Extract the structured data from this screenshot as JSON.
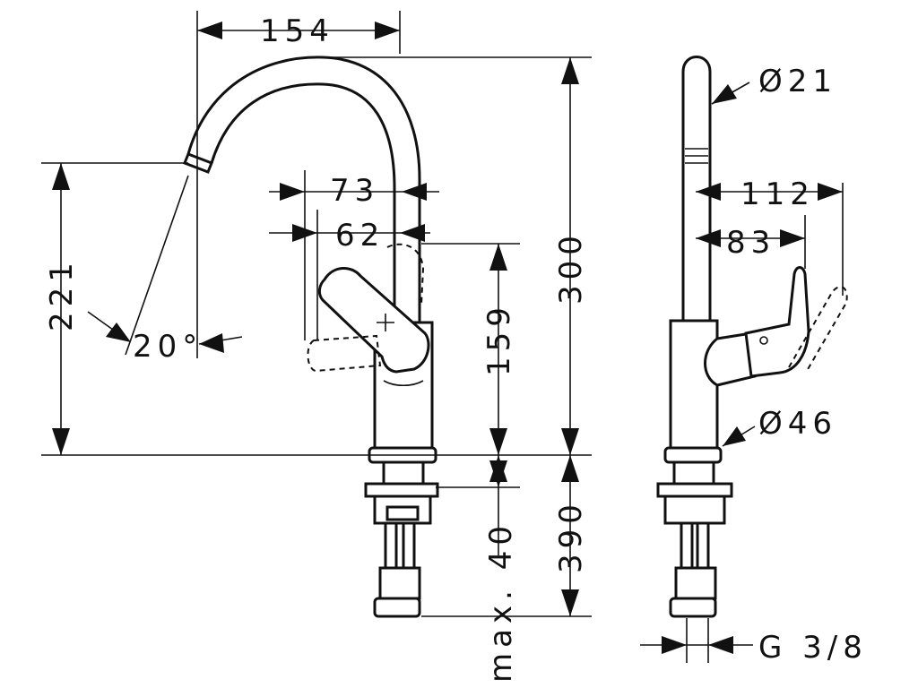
{
  "dimensions": {
    "spout_reach": "154",
    "lever_offset_a": "73",
    "lever_offset_b": "62",
    "spout_height": "221",
    "swivel_angle": "20°",
    "lever_height": "159",
    "total_height": "300",
    "base_depth": "390",
    "max_deck": "max. 40",
    "spout_diameter": "Ø21",
    "side_reach": "112",
    "side_lever": "83",
    "body_diameter": "Ø46",
    "thread": "G 3/8"
  },
  "colors": {
    "line": "#111111",
    "background": "#ffffff"
  }
}
